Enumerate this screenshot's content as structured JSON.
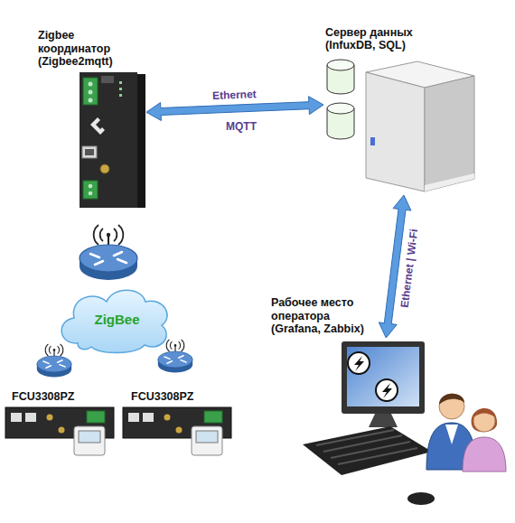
{
  "diagram": {
    "nodes": [
      {
        "text": [
          "Zigbee координатор (Zigbee2mqtt)"
        ]
      },
      {
        "text": [
          "Сервер данных (InfuxDB, SQL)"
        ]
      },
      {
        "text": [
          "Рабочее место оператора (Grafana, Zabbix)"
        ]
      },
      {
        "text": [
          "ZigBee"
        ]
      },
      {
        "text": [
          "FCU3308PZ"
        ]
      },
      {
        "text": [
          "FCU3308PZ"
        ]
      }
    ],
    "edges": [
      {
        "from": 0,
        "to": 1,
        "arrow": "both",
        "label": "Ethernet"
      },
      {
        "from": 1,
        "to": 2,
        "arrow": "both",
        "label": "Ethernet | Wi-Fi"
      }
    ],
    "labels": [
      "MQTT"
    ]
  }
}
